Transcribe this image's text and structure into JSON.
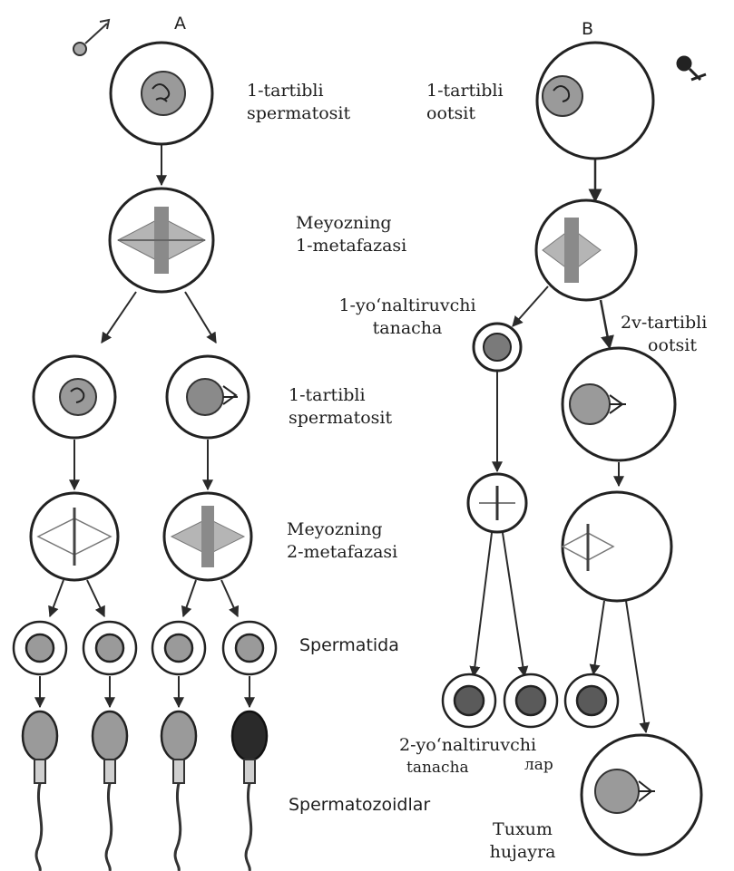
{
  "panels": {
    "a": "A",
    "b": "B"
  },
  "labels": {
    "primary_spermatocyte_1": "1-tartibli",
    "primary_spermatocyte_2": "spermatosit",
    "primary_oocyte_1": "1-tartibli",
    "primary_oocyte_2": "ootsit",
    "meiosis1_1": "Meyozning",
    "meiosis1_2": "1-metafazasi",
    "polar_body1_1": "1-yo‘naltiruvchi",
    "polar_body1_2": "tanacha",
    "secondary_oocyte_1": "2v-tartibli",
    "secondary_oocyte_2": "ootsit",
    "secondary_spermatocyte_1": "1-tartibli",
    "secondary_spermatocyte_2": "spermatosit",
    "meiosis2_1": "Meyozning",
    "meiosis2_2": "2-metafazasi",
    "spermatid": "Spermatida",
    "polar_body2_1": "2-yo‘naltiruvchi",
    "polar_body2_2": "tanacha",
    "polar_body2_suffix": "лар",
    "spermatozoa": "Spermatozoidlar",
    "egg_1": "Tuxum",
    "egg_2": "hujayra"
  },
  "symbols": {
    "male": "male-symbol-icon",
    "female": "female-symbol-icon"
  },
  "colors": {
    "ink": "#1e1e1e",
    "nucleus": "#9a9a9a",
    "spindle": "#7a7a7a",
    "dark_head": "#2a2a2a"
  }
}
